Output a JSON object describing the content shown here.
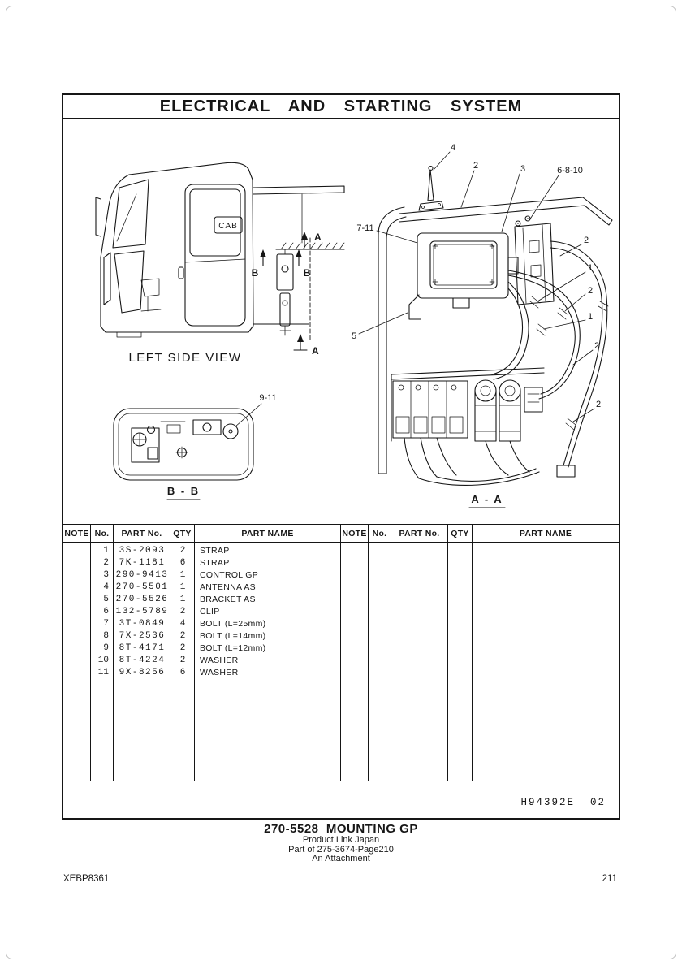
{
  "page": {
    "title": "ELECTRICAL AND STARTING SYSTEM",
    "drawing_ref": "H94392E  02",
    "doc_code": "XEBP8361",
    "page_number": "211"
  },
  "footer": {
    "part_title": "270-5528  MOUNTING GP",
    "line2": "Product Link Japan",
    "line3": "Part of 275-3674-Page210",
    "line4": "An Attachment"
  },
  "diagrams": {
    "left_side_view": {
      "caption": "LEFT SIDE VIEW",
      "cab_label": "CAB",
      "arrow_a": "A",
      "arrow_b": "B"
    },
    "section_bb": {
      "caption": "B - B",
      "callout_9_11": "9-11"
    },
    "section_aa": {
      "caption": "A - A",
      "callouts": [
        "4",
        "2",
        "3",
        "6-8-10",
        "7-11",
        "2",
        "1",
        "2",
        "1",
        "2",
        "2",
        "5"
      ]
    }
  },
  "table": {
    "headers": {
      "note": "NOTE",
      "no": "No.",
      "part_no": "PART No.",
      "qty": "QTY",
      "part_name": "PART NAME"
    },
    "rows": [
      {
        "no": "1",
        "part_no": "3S-2093",
        "qty": "2",
        "part_name": "STRAP"
      },
      {
        "no": "2",
        "part_no": "7K-1181",
        "qty": "6",
        "part_name": "STRAP"
      },
      {
        "no": "3",
        "part_no": "290-9413",
        "qty": "1",
        "part_name": "CONTROL GP"
      },
      {
        "no": "4",
        "part_no": "270-5501",
        "qty": "1",
        "part_name": "ANTENNA AS"
      },
      {
        "no": "5",
        "part_no": "270-5526",
        "qty": "1",
        "part_name": "BRACKET AS"
      },
      {
        "no": "6",
        "part_no": "132-5789",
        "qty": "2",
        "part_name": "CLIP"
      },
      {
        "no": "7",
        "part_no": "3T-0849",
        "qty": "4",
        "part_name": "BOLT (L=25mm)"
      },
      {
        "no": "8",
        "part_no": "7X-2536",
        "qty": "2",
        "part_name": "BOLT (L=14mm)"
      },
      {
        "no": "9",
        "part_no": "8T-4171",
        "qty": "2",
        "part_name": "BOLT (L=12mm)"
      },
      {
        "no": "10",
        "part_no": "8T-4224",
        "qty": "2",
        "part_name": "WASHER"
      },
      {
        "no": "11",
        "part_no": "9X-8256",
        "qty": "6",
        "part_name": "WASHER"
      }
    ]
  }
}
